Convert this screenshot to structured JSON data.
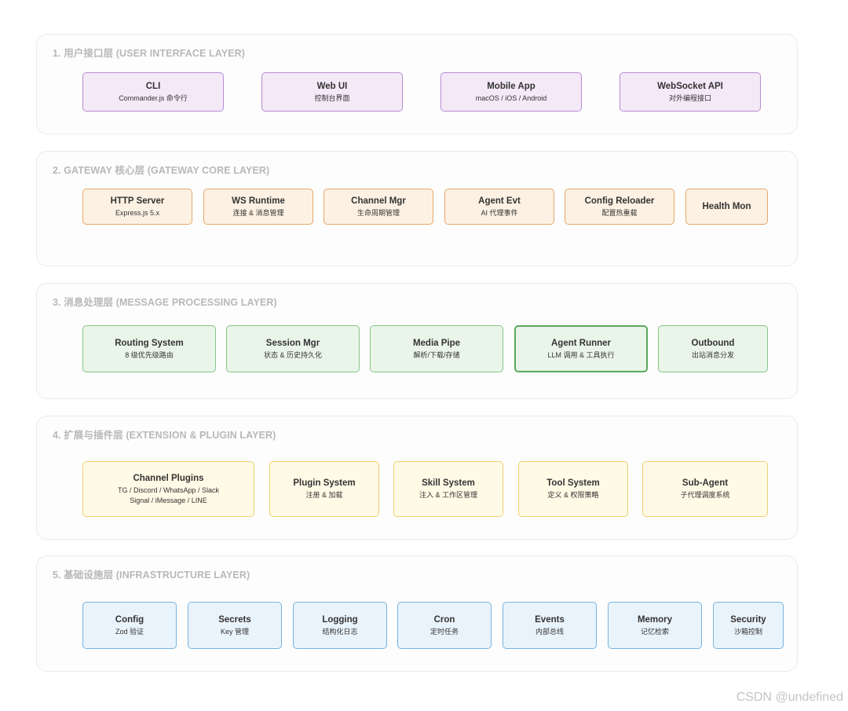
{
  "layers": [
    {
      "title": "1. 用户接口层 (USER INTERFACE LAYER)",
      "boxes": [
        {
          "title": "CLI",
          "sub": "Commander.js 命令行"
        },
        {
          "title": "Web UI",
          "sub": "控制台界面"
        },
        {
          "title": "Mobile App",
          "sub": "macOS / iOS / Android"
        },
        {
          "title": "WebSocket API",
          "sub": "对外编程接口"
        }
      ]
    },
    {
      "title": "2. GATEWAY 核心层 (GATEWAY CORE LAYER)",
      "boxes": [
        {
          "title": "HTTP Server",
          "sub": "Express.js 5.x"
        },
        {
          "title": "WS Runtime",
          "sub": "连接 & 消息管理"
        },
        {
          "title": "Channel Mgr",
          "sub": "生命周期管理"
        },
        {
          "title": "Agent Evt",
          "sub": "AI 代理事件"
        },
        {
          "title": "Config Reloader",
          "sub": "配置热重载"
        },
        {
          "title": "Health Mon",
          "sub": ""
        }
      ]
    },
    {
      "title": "3. 消息处理层 (MESSAGE PROCESSING LAYER)",
      "boxes": [
        {
          "title": "Routing System",
          "sub": "8 级优先级路由"
        },
        {
          "title": "Session Mgr",
          "sub": "状态 & 历史持久化"
        },
        {
          "title": "Media Pipe",
          "sub": "解析/下载/存储"
        },
        {
          "title": "Agent Runner",
          "sub": "LLM 调用 & 工具执行"
        },
        {
          "title": "Outbound",
          "sub": "出站消息分发"
        }
      ]
    },
    {
      "title": "4. 扩展与插件层 (EXTENSION & PLUGIN LAYER)",
      "boxes": [
        {
          "title": "Channel Plugins",
          "sub": "TG / Discord / WhatsApp / Slack",
          "sub2": "Signal / iMessage / LINE"
        },
        {
          "title": "Plugin System",
          "sub": "注册 & 加载"
        },
        {
          "title": "Skill System",
          "sub": "注入 & 工作区管理"
        },
        {
          "title": "Tool System",
          "sub": "定义 & 权限策略"
        },
        {
          "title": "Sub-Agent",
          "sub": "子代理调度系统"
        }
      ]
    },
    {
      "title": "5. 基础设施层 (INFRASTRUCTURE LAYER)",
      "boxes": [
        {
          "title": "Config",
          "sub": "Zod 验证"
        },
        {
          "title": "Secrets",
          "sub": "Key 管理"
        },
        {
          "title": "Logging",
          "sub": "结构化日志"
        },
        {
          "title": "Cron",
          "sub": "定时任务"
        },
        {
          "title": "Events",
          "sub": "内部总线"
        },
        {
          "title": "Memory",
          "sub": "记忆检索"
        },
        {
          "title": "Security",
          "sub": "沙箱控制"
        }
      ]
    }
  ],
  "watermark": "CSDN @undefined"
}
